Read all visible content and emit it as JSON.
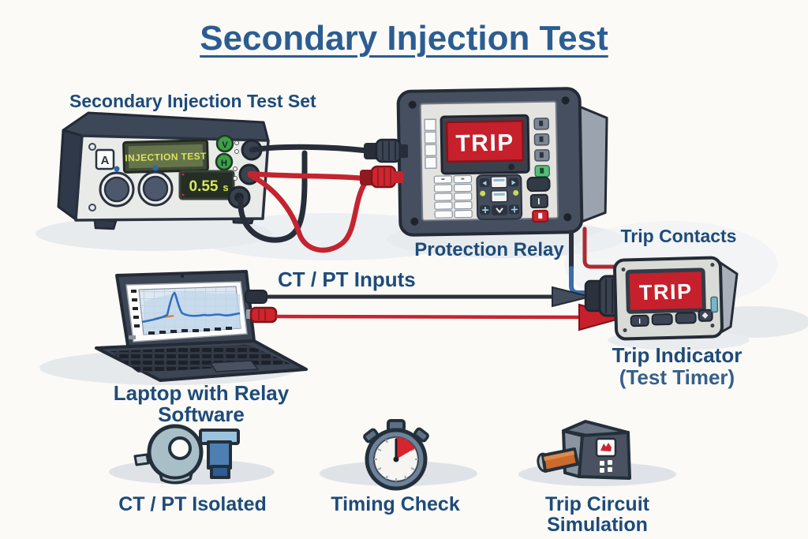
{
  "title": "Secondary Injection Test",
  "labels": {
    "test_set": "Secondary Injection Test Set",
    "protection_relay": "Protection Relay",
    "trip_contacts": "Trip Contacts",
    "ct_pt_inputs": "CT / PT Inputs",
    "laptop": "Laptop with Relay Software",
    "trip_indicator_line1": "Trip Indicator",
    "trip_indicator_line2": "(Test Timer)",
    "feature_ct_pt": "CT / PT Isolated",
    "feature_timing": "Timing Check",
    "feature_trip_sim": "Trip Circuit Simulation"
  },
  "test_set": {
    "lcd_text": "INJECTION TEST",
    "timer_value": "0.55",
    "timer_unit": "s",
    "ampere_label": "A",
    "button_v": "V",
    "button_h": "H"
  },
  "relay": {
    "display_text": "TRIP",
    "power_button": "I"
  },
  "trip_indicator": {
    "display_text": "TRIP",
    "button_label": "I"
  },
  "colors": {
    "title_blue": "#2b5d92",
    "label_navy": "#1d4b7a",
    "trip_red": "#c5202c",
    "lcd_green_bg": "#66744b",
    "lcd_text_green": "#d8e45f",
    "wire_black": "#272e3a",
    "wire_red": "#c42430",
    "wire_blue": "#3c6ca8"
  }
}
